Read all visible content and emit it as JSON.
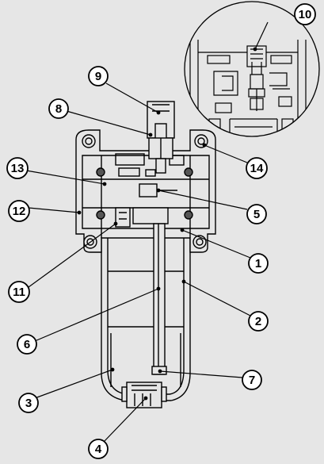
{
  "diagram": {
    "background": "#e6e6e6",
    "line_color": "#000000",
    "part_fill": "#e6e6e6",
    "callouts": [
      {
        "id": "c1",
        "label": "1"
      },
      {
        "id": "c2",
        "label": "2"
      },
      {
        "id": "c3",
        "label": "3"
      },
      {
        "id": "c4",
        "label": "4"
      },
      {
        "id": "c5",
        "label": "5"
      },
      {
        "id": "c6",
        "label": "6"
      },
      {
        "id": "c7",
        "label": "7"
      },
      {
        "id": "c8",
        "label": "8"
      },
      {
        "id": "c9",
        "label": "9"
      },
      {
        "id": "c10",
        "label": "10"
      },
      {
        "id": "c11",
        "label": "11"
      },
      {
        "id": "c12",
        "label": "12"
      },
      {
        "id": "c13",
        "label": "13"
      },
      {
        "id": "c14",
        "label": "14"
      }
    ]
  }
}
